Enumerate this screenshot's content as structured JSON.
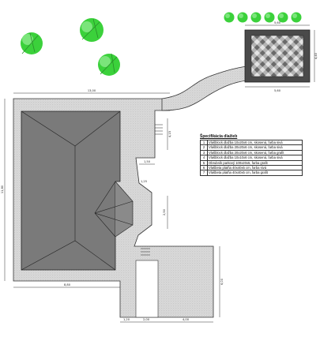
{
  "legend": {
    "title": "Špecifikácia dlažieb",
    "rows": [
      {
        "num": "1",
        "text": "Vlašblock dlažba 10x20x6 cm, skosená, farba sivá"
      },
      {
        "num": "2",
        "text": "Vlašblock dlažba 20x20x6 cm, skosená, farba sivá"
      },
      {
        "num": "3",
        "text": "Vlašblock dlažba 20x20x6 cm, skosená, farba grafit"
      },
      {
        "num": "4",
        "text": "Vlašblock dlažba 10x10x6 cm, skosená, farba sivá"
      },
      {
        "num": "5",
        "text": "Obrubník parkový 100x20x5, farba grafit"
      },
      {
        "num": "6",
        "text": "Vlašbeta platňa 40x40x5 cm, farba sivá"
      },
      {
        "num": "7",
        "text": "Vlašbeta platňa 40x40x5 cm, farba grafit"
      }
    ]
  },
  "dimensions": {
    "top_width": "13,00",
    "left_height": "11,80",
    "bottom_left": "8,80",
    "bottom_a": "1,20",
    "bottom_b": "2,00",
    "bottom_c": "4,00",
    "right_height": "6,00",
    "patio_top": "5,60",
    "patio_bottom": "5,60",
    "patio_right": "4,40",
    "step_width": "1,50",
    "notch_height": "2,50",
    "side_short": "4,15",
    "side_mid": "1,25"
  },
  "colors": {
    "roof": "#7a7a7a",
    "paving": "#d4d4d4",
    "patio_grey": "#9a9a9a",
    "patio_dark": "#5e5e5e",
    "tree": "#3bd13b"
  }
}
